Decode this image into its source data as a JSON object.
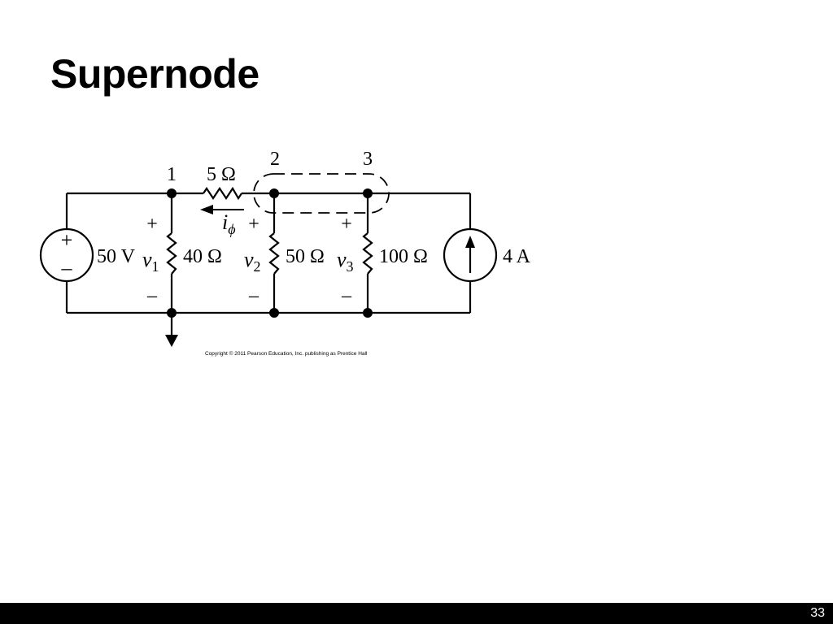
{
  "slide": {
    "title": "Supernode",
    "number": "33"
  },
  "circuit": {
    "nodes": [
      "1",
      "2",
      "3"
    ],
    "voltage_source": {
      "value": "50 V",
      "plus": "+",
      "minus": "–"
    },
    "series_resistor": "5 Ω",
    "resistors": [
      "40 Ω",
      "50 Ω",
      "100 Ω"
    ],
    "current_source": "4 A",
    "current_label": {
      "base": "i",
      "sub": "ϕ"
    },
    "voltages": [
      {
        "base": "v",
        "sub": "1"
      },
      {
        "base": "v",
        "sub": "2"
      },
      {
        "base": "v",
        "sub": "3"
      }
    ],
    "plus_sign": "+",
    "minus_sign": "–",
    "copyright": "Copyright © 2011 Pearson Education, Inc. publishing as Prentice Hall"
  },
  "colors": {
    "background": "#ffffff",
    "ink": "#000000",
    "footer_bar": "#000000",
    "slide_number": "#ffffff"
  }
}
